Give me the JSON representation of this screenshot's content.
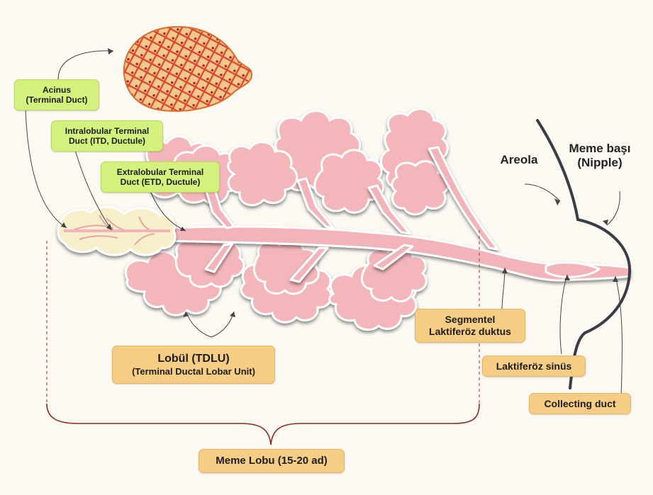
{
  "labels": {
    "acinus": {
      "line1": "Acinus",
      "line2": "(Terminal Duct)"
    },
    "itd": {
      "line1": "Intralobular Terminal",
      "line2": "Duct (ITD, Ductule)"
    },
    "etd": {
      "line1": "Extralobular Terminal",
      "line2": "Duct (ETD, Ductule)"
    },
    "areola": "Areola",
    "nipple": {
      "line1": "Meme başı",
      "line2": "(Nipple)"
    },
    "segmental_duct": {
      "line1": "Segmentel",
      "line2": "Laktiferöz duktus"
    },
    "lactiferous_sinus": "Laktiferöz sinüs",
    "collecting_duct": "Collecting duct",
    "lobule": {
      "line1": "Lobül (TDLU)",
      "line2": "(Terminal Ductal Lobar Unit)"
    },
    "lobe": "Meme Lobu (15-20 ad)"
  },
  "colors": {
    "background": "#fbf9f2",
    "lobule_fill": "#f3b6bb",
    "duct_fill": "#f2b4b9",
    "acinus_fill": "#f7efc9",
    "green_label": "#d4f17e",
    "orange_label": "#f6cd84",
    "skin_line": "#3a3d45",
    "brace": "#8a2a1c"
  }
}
